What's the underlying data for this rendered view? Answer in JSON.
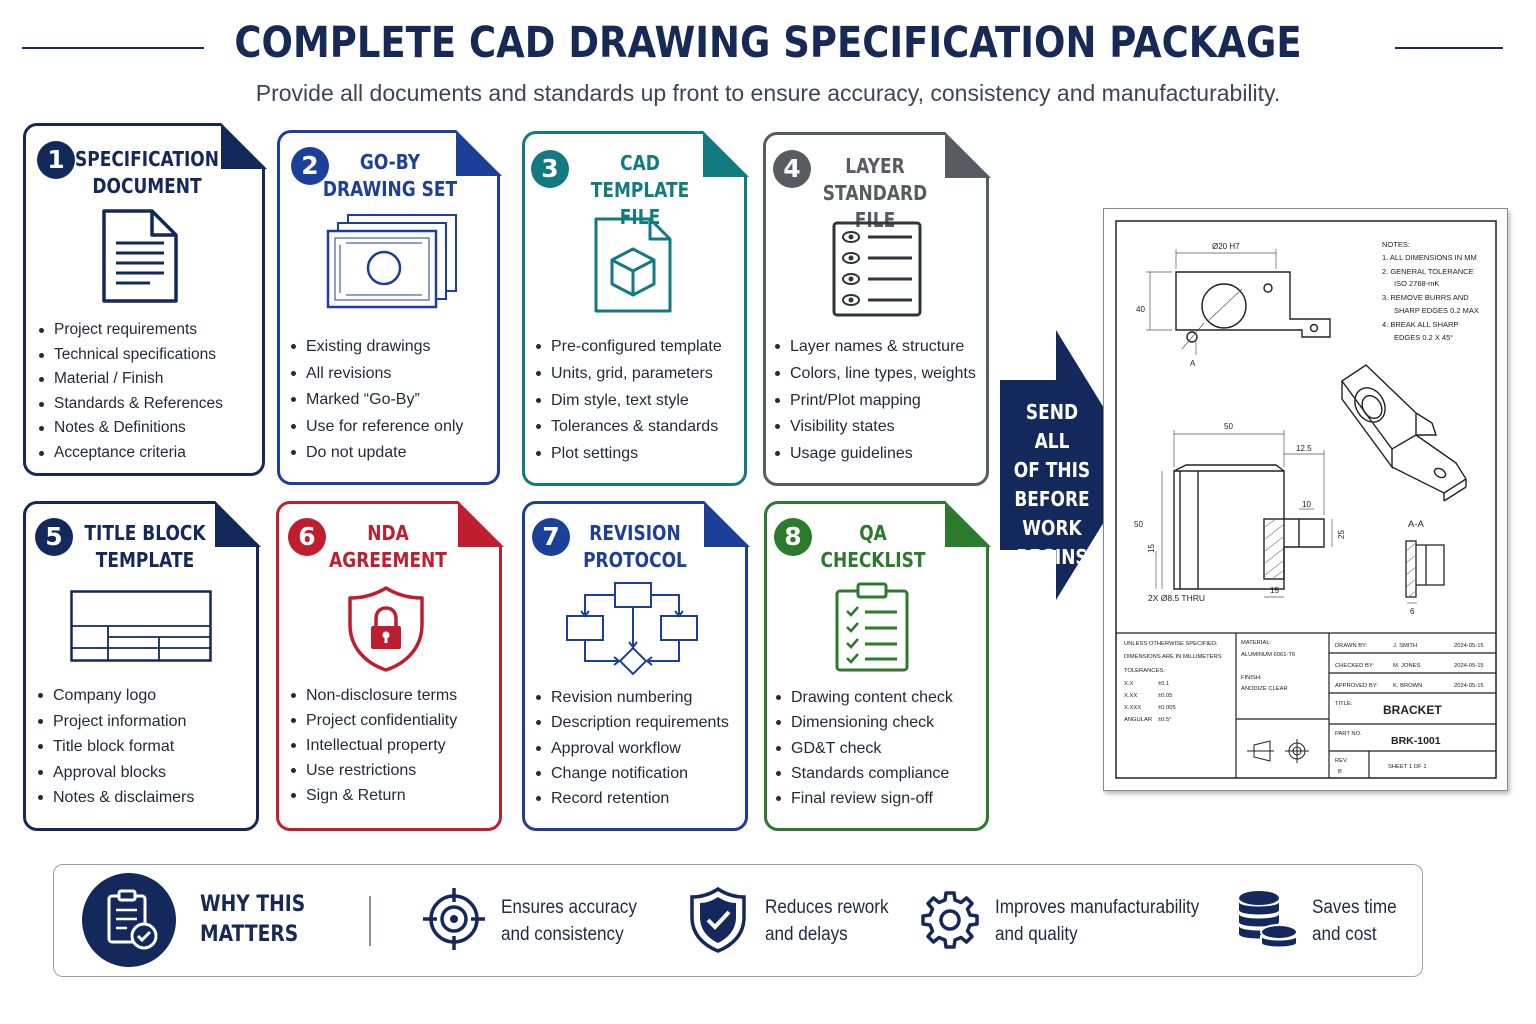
{
  "header": {
    "title": "COMPLETE CAD DRAWING SPECIFICATION PACKAGE",
    "subtitle": "Provide all documents and standards up front to ensure accuracy, consistency and manufacturability."
  },
  "colors": {
    "navy": "#13295b",
    "blue": "#1c3f9a",
    "teal": "#127a80",
    "gray": "#575c63",
    "red": "#bf1e2e",
    "green": "#2b7a2d"
  },
  "cards": [
    {
      "number": "1",
      "title_line1": "SPECIFICATION",
      "title_line2": "DOCUMENT",
      "icon": "document-icon",
      "items": [
        "Project requirements",
        "Technical specifications",
        "Material / Finish",
        "Standards & References",
        "Notes & Definitions",
        "Acceptance criteria"
      ]
    },
    {
      "number": "2",
      "title_line1": "GO-BY",
      "title_line2": "DRAWING SET",
      "icon": "drawing-set-icon",
      "items": [
        "Existing drawings",
        "All revisions",
        "Marked “Go-By”",
        "Use for reference only",
        "Do not update"
      ]
    },
    {
      "number": "3",
      "title_line1": "CAD TEMPLATE",
      "title_line2": "FILE",
      "icon": "cube-file-icon",
      "items": [
        "Pre-configured template",
        "Units, grid, parameters",
        "Dim style, text style",
        "Tolerances & standards",
        "Plot settings"
      ]
    },
    {
      "number": "4",
      "title_line1": "LAYER",
      "title_line2": "STANDARD FILE",
      "icon": "layer-list-icon",
      "items": [
        "Layer names & structure",
        "Colors, line types, weights",
        "Print/Plot mapping",
        "Visibility states",
        "Usage guidelines"
      ]
    },
    {
      "number": "5",
      "title_line1": "TITLE BLOCK",
      "title_line2": "TEMPLATE",
      "icon": "title-block-icon",
      "items": [
        "Company logo",
        "Project information",
        "Title block format",
        "Approval blocks",
        "Notes & disclaimers"
      ]
    },
    {
      "number": "6",
      "title_line1": "NDA",
      "title_line2": "AGREEMENT",
      "icon": "shield-lock-icon",
      "items": [
        "Non-disclosure terms",
        "Project confidentiality",
        "Intellectual property",
        "Use restrictions",
        "Sign & Return"
      ]
    },
    {
      "number": "7",
      "title_line1": "REVISION",
      "title_line2": "PROTOCOL",
      "icon": "flowchart-icon",
      "items": [
        "Revision numbering",
        "Description requirements",
        "Approval workflow",
        "Change notification",
        "Record retention"
      ]
    },
    {
      "number": "8",
      "title_line1": "QA",
      "title_line2": "CHECKLIST",
      "icon": "clipboard-check-icon",
      "items": [
        "Drawing content check",
        "Dimensioning check",
        "GD&T check",
        "Standards compliance",
        "Final review sign-off"
      ]
    }
  ],
  "arrow": {
    "line1": "SEND ALL",
    "line2": "OF THIS",
    "line3": "BEFORE",
    "line4": "WORK",
    "line5": "BEGINS"
  },
  "drawing": {
    "dims": {
      "bore": "Ø20 H7",
      "height_40": "40",
      "section_a": "A",
      "width_50": "50",
      "d_12_5": "12.5",
      "d_10": "10",
      "h_50": "50",
      "d_15_left": "15",
      "d_25": "25",
      "d_15_bottom": "15",
      "holes": "2X Ø8.5 THRU",
      "section_aa": "A-A",
      "d_6": "6"
    },
    "notes": {
      "heading": "NOTES:",
      "n1": "1.  ALL DIMENSIONS IN MM",
      "n2a": "2.  GENERAL TOLERANCE",
      "n2b": "ISO 2768-mK",
      "n3a": "3.  REMOVE BURRS AND",
      "n3b": "SHARP EDGES 0.2 MAX",
      "n4a": "4.  BREAK ALL SHARP",
      "n4b": "EDGES 0.2 X 45°"
    },
    "title_block": {
      "unless1": "UNLESS OTHERWISE SPECIFIED:",
      "unless2": "DIMENSIONS ARE IN MILLIMETERS",
      "tol_label": "TOLERANCES:",
      "tol_x": "X.X",
      "tol_x_val": "±0.1",
      "tol_xx": "X.XX",
      "tol_xx_val": "±0.05",
      "tol_xxx": "X.XXX",
      "tol_xxx_val": "±0.005",
      "tol_ang": "ANGULAR",
      "tol_ang_val": "±0.5°",
      "material_label": "MATERIAL:",
      "material": "ALUMINUM 6061-T6",
      "finish_label": "FINISH:",
      "finish": "ANODIZE CLEAR",
      "drawn_label": "DRAWN BY:",
      "drawn_name": "J. SMITH",
      "drawn_date": "2024-05-15",
      "checked_label": "CHECKED BY:",
      "checked_name": "M. JONES",
      "checked_date": "2024-05-15",
      "approved_label": "APPROVED BY:",
      "approved_name": "K. BROWN",
      "approved_date": "2024-05-15",
      "title_label": "TITLE:",
      "title": "BRACKET",
      "part_label": "PART NO.",
      "part": "BRK-1001",
      "rev_label": "REV.",
      "rev": "B",
      "sheet": "SHEET 1 OF 1"
    }
  },
  "why": {
    "title_line1": "WHY THIS",
    "title_line2": "MATTERS",
    "benefits": [
      {
        "icon": "target-icon",
        "line1": "Ensures accuracy",
        "line2": "and consistency"
      },
      {
        "icon": "shield-check-icon",
        "line1": "Reduces rework",
        "line2": "and delays"
      },
      {
        "icon": "gear-icon",
        "line1": "Improves manufacturability",
        "line2": "and quality"
      },
      {
        "icon": "coins-icon",
        "line1": "Saves time",
        "line2": "and cost"
      }
    ]
  }
}
